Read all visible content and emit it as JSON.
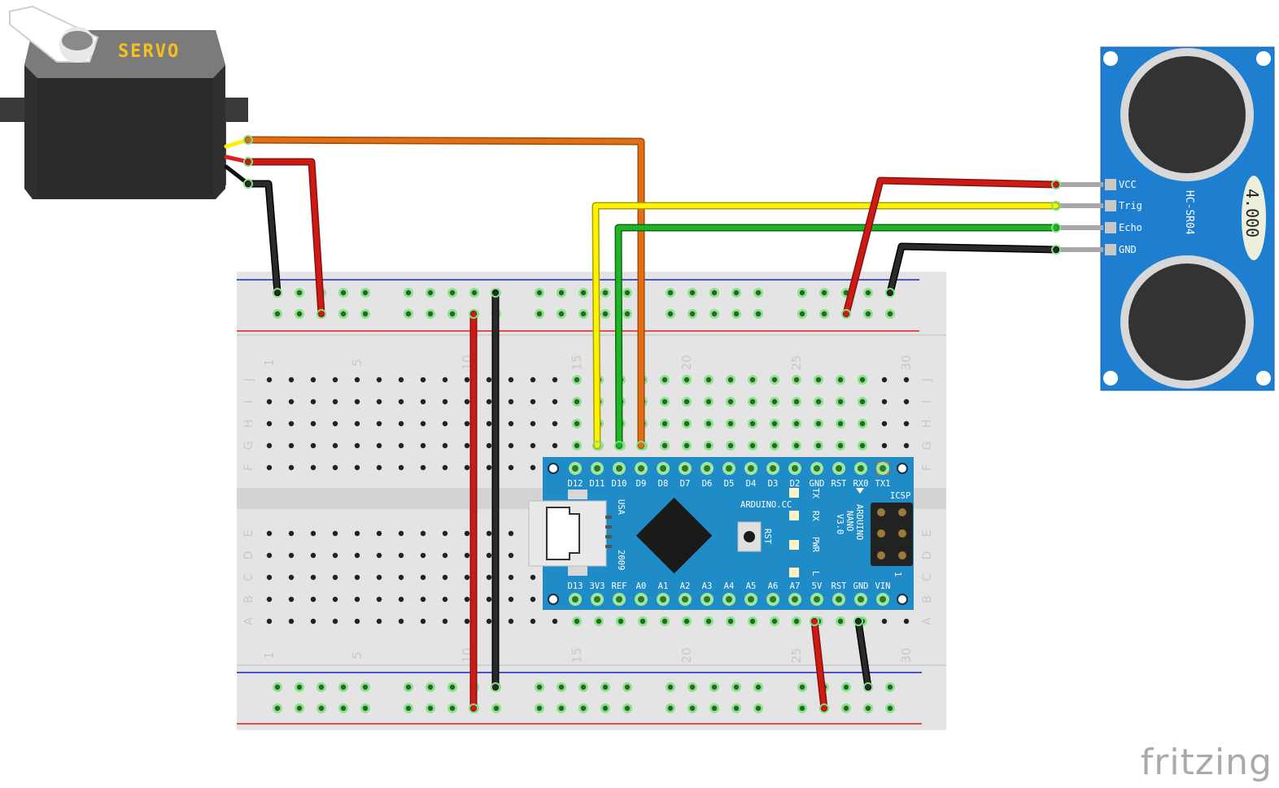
{
  "servo": {
    "label": "SERVO"
  },
  "sensor": {
    "model": "HC-SR04",
    "crystal": "4.000",
    "pins": [
      "VCC",
      "Trig",
      "Echo",
      "GND"
    ]
  },
  "arduino": {
    "brand": "ARDUINO.CC",
    "model_lines": [
      "ARDUINO",
      "NANO",
      "V3.0"
    ],
    "origin": "USA",
    "year": "2009",
    "reset_label": "RST",
    "icsp_label": "ICSP",
    "icsp_pin1": "1",
    "led_labels": [
      "TX",
      "RX",
      "PWR",
      "L"
    ],
    "top_pins": [
      "D12",
      "D11",
      "D10",
      "D9",
      "D8",
      "D7",
      "D6",
      "D5",
      "D4",
      "D3",
      "D2",
      "GND",
      "RST",
      "RX0",
      "TX1"
    ],
    "bottom_pins": [
      "D13",
      "3V3",
      "REF",
      "A0",
      "A1",
      "A2",
      "A3",
      "A4",
      "A5",
      "A6",
      "A7",
      "5V",
      "RST",
      "GND",
      "VIN"
    ]
  },
  "breadboard": {
    "column_numbers": [
      "1",
      "5",
      "10",
      "15",
      "20",
      "25",
      "30"
    ],
    "rows_top": [
      "J",
      "I",
      "H",
      "G",
      "F"
    ],
    "rows_bottom": [
      "E",
      "D",
      "C",
      "B",
      "A"
    ]
  },
  "colors": {
    "wire_orange": "#e36f12",
    "wire_red": "#cc1a14",
    "wire_black": "#222222",
    "wire_yellow": "#fff200",
    "wire_green": "#1fb526",
    "board_blue": "#1f8cc8",
    "sensor_blue": "#1e7ed0",
    "rail_blue": "#1a23c8",
    "rail_red": "#e02020"
  },
  "footer": {
    "brand": "fritzing"
  }
}
